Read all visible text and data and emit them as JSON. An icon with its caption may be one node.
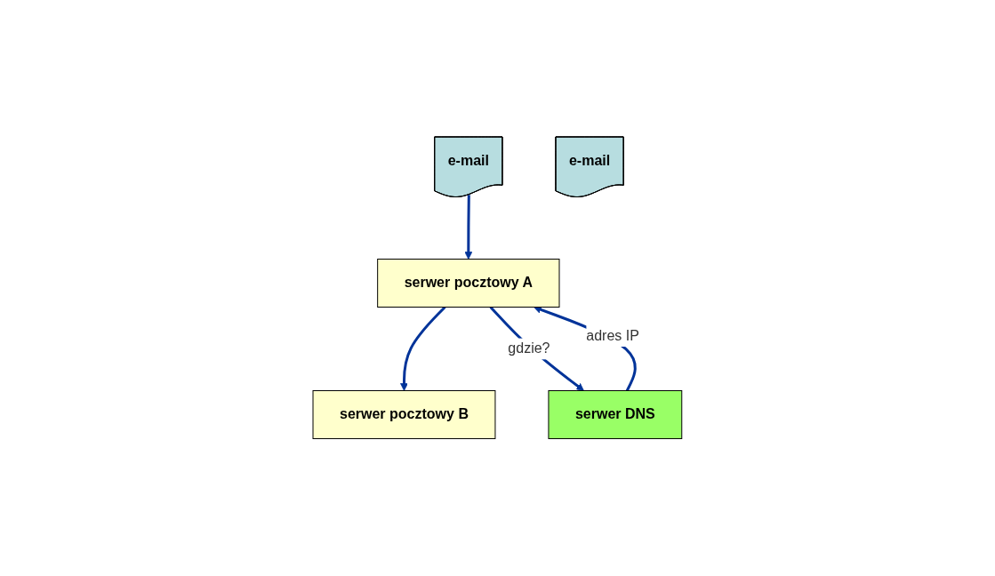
{
  "diagram": {
    "nodes": [
      {
        "text": [
          "e-mail"
        ]
      },
      {
        "text": [
          "serwer pocztowy A"
        ]
      },
      {
        "text": [
          "e-mail"
        ]
      },
      {
        "text": [
          "serwer pocztowy B"
        ]
      },
      {
        "text": [
          "serwer DNS"
        ]
      }
    ],
    "edges": [
      {
        "from": 0,
        "to": 1,
        "arrow": "to"
      },
      {
        "from": 1,
        "to": 3,
        "arrow": "to"
      },
      {
        "from": 1,
        "to": 4,
        "arrow": "to",
        "label": "gdzie?"
      },
      {
        "from": 4,
        "to": 1,
        "arrow": "to",
        "label": "adres IP"
      }
    ]
  }
}
